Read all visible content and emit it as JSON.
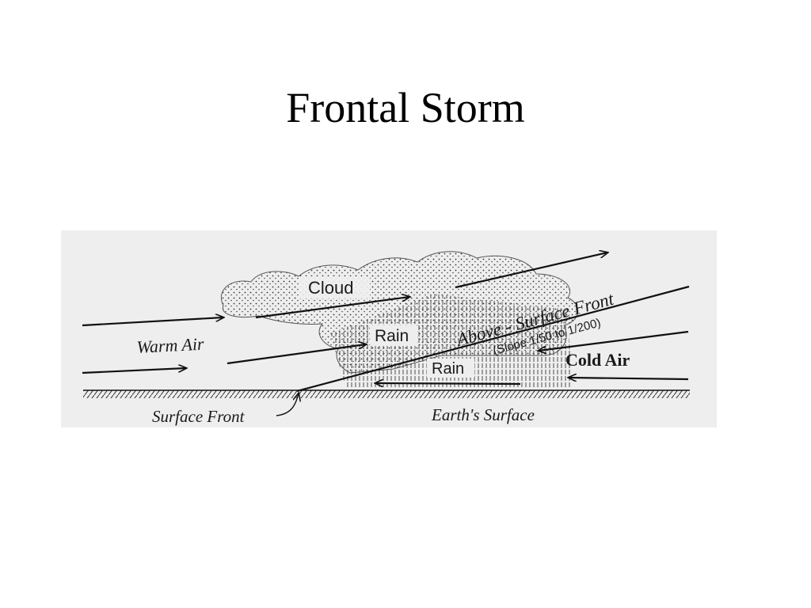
{
  "slide": {
    "title": "Frontal Storm"
  },
  "diagram": {
    "labels": {
      "cloud": "Cloud",
      "rain_upper": "Rain",
      "rain_lower": "Rain",
      "warm_air": "Warm Air",
      "cold_air": "Cold Air",
      "above_surface_front": "Above - Surface Front",
      "slope_note": "(Slope 1/50 to 1/200)",
      "surface_front": "Surface Front",
      "earths_surface": "Earth's Surface"
    }
  }
}
